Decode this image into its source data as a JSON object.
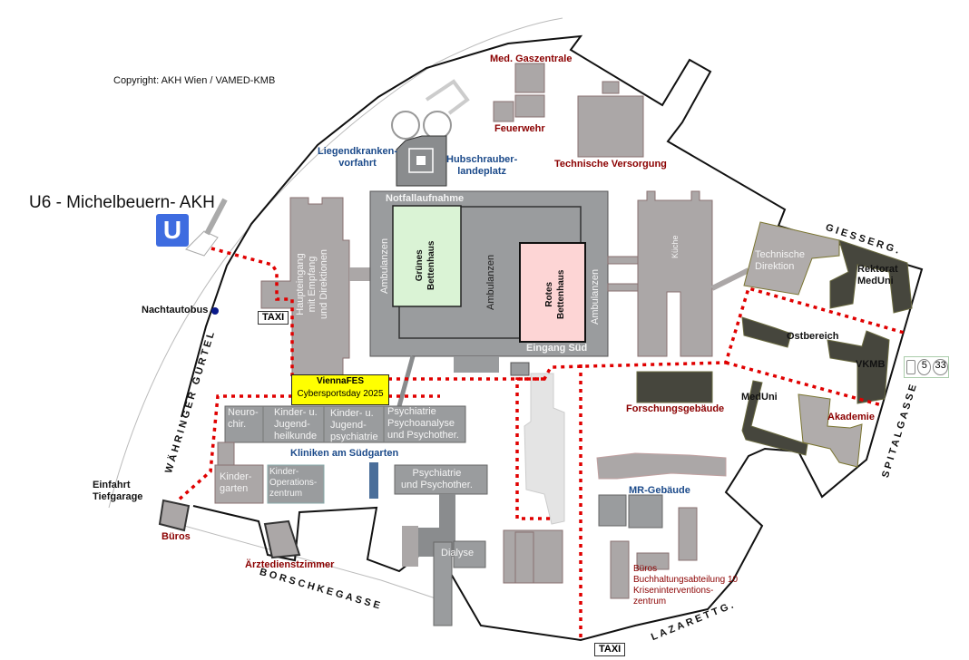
{
  "copyright": "Copyright: AKH Wien / VAMED-KMB",
  "station": {
    "title": "U6 - Michelbeuern- AKH",
    "badge": "U",
    "color": "#3e6ce0"
  },
  "event": {
    "name": "ViennaFES",
    "subtitle": "Cybersportsday 2025",
    "color": "#ffff00"
  },
  "taxi_label": "TAXI",
  "nachtautobus": "Nachtautobus",
  "tiefgarage": [
    "Einfahrt",
    "Tiefgarage"
  ],
  "tram": {
    "lines": [
      "5",
      "33"
    ]
  },
  "streets": {
    "guertel": "WÄHRINGER GÜRTEL",
    "borschke": "BORSCHKEGASSE",
    "lazarett": "LAZARETTG.",
    "spital": "SPITALGASSE",
    "giesser": "GIESSERG."
  },
  "buildings": {
    "liegend": [
      "Liegendkranken-",
      "vorfahrt"
    ],
    "hubschrauber": [
      "Hubschrauber-",
      "landeplatz"
    ],
    "gaszentrale": "Med. Gaszentrale",
    "feuerwehr": "Feuerwehr",
    "tech_versorgung": "Technische Versorgung",
    "notfall": "Notfallaufnahme",
    "ambulanzen": "Ambulanzen",
    "gruenes": [
      "Grünes",
      "Bettenhaus"
    ],
    "rotes": [
      "Rotes",
      "Bettenhaus"
    ],
    "eingang_sued": "Eingang Süd",
    "haupteingang": [
      "Haupteingang",
      "mit Empfang",
      "und Direktionen"
    ],
    "kueche": "Küche",
    "tech_direktion": [
      "Technische",
      "Direktion"
    ],
    "rektorat": [
      "Rektorat",
      "MedUni"
    ],
    "ostbereich": "Ostbereich",
    "vkmb": "VKMB",
    "meduni": "MedUni",
    "akademie": "Akademie",
    "forschung": "Forschungsgebäude",
    "neurochir": [
      "Neuro-",
      "chir."
    ],
    "kinder_jugendheil": [
      "Kinder- u.",
      "Jugend-",
      "heilkunde"
    ],
    "kinder_jugendpsych": [
      "Kinder- u.",
      "Jugend-",
      "psychiatrie"
    ],
    "psychoanalyse": [
      "Psychiatrie",
      "Psychoanalyse",
      "und Psychother."
    ],
    "suedgarten": "Kliniken am Südgarten",
    "kindergarten": [
      "Kinder-",
      "garten"
    ],
    "kinder_op": [
      "Kinder-",
      "Operations-",
      "zentrum"
    ],
    "psychiatrie": [
      "Psychiatrie",
      "und Psychother."
    ],
    "dialyse": "Dialyse",
    "mr": "MR-Gebäude",
    "bueros_rechts": [
      "Büros",
      "Buchhaltungsabteilung 10",
      "Kriseninterventions-",
      "zentrum"
    ],
    "bueros_links": "Büros",
    "aerzte": "Ärztedienstzimmer"
  }
}
